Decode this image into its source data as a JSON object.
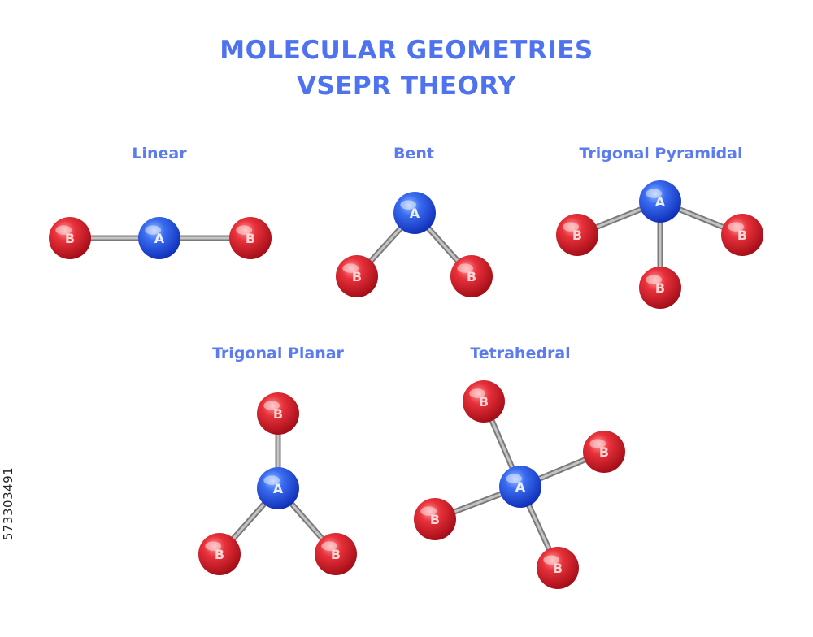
{
  "colors": {
    "title": "#4f73ee",
    "label": "#5b7bef",
    "central_atom": "#1f4fe0",
    "outer_atom": "#d81e2a",
    "bond": "#9a9a9a"
  },
  "header": {
    "title_line1": "MOLECULAR GEOMETRIES",
    "title_line2": "VSEPR THEORY"
  },
  "atom_labels": {
    "central": "A",
    "outer": "B"
  },
  "geometries": [
    {
      "name": "Linear",
      "outer_atoms": 2
    },
    {
      "name": "Bent",
      "outer_atoms": 2
    },
    {
      "name": "Trigonal Pyramidal",
      "outer_atoms": 3
    },
    {
      "name": "Trigonal Planar",
      "outer_atoms": 3
    },
    {
      "name": "Tetrahedral",
      "outer_atoms": 4
    }
  ],
  "side_code": "573303491"
}
